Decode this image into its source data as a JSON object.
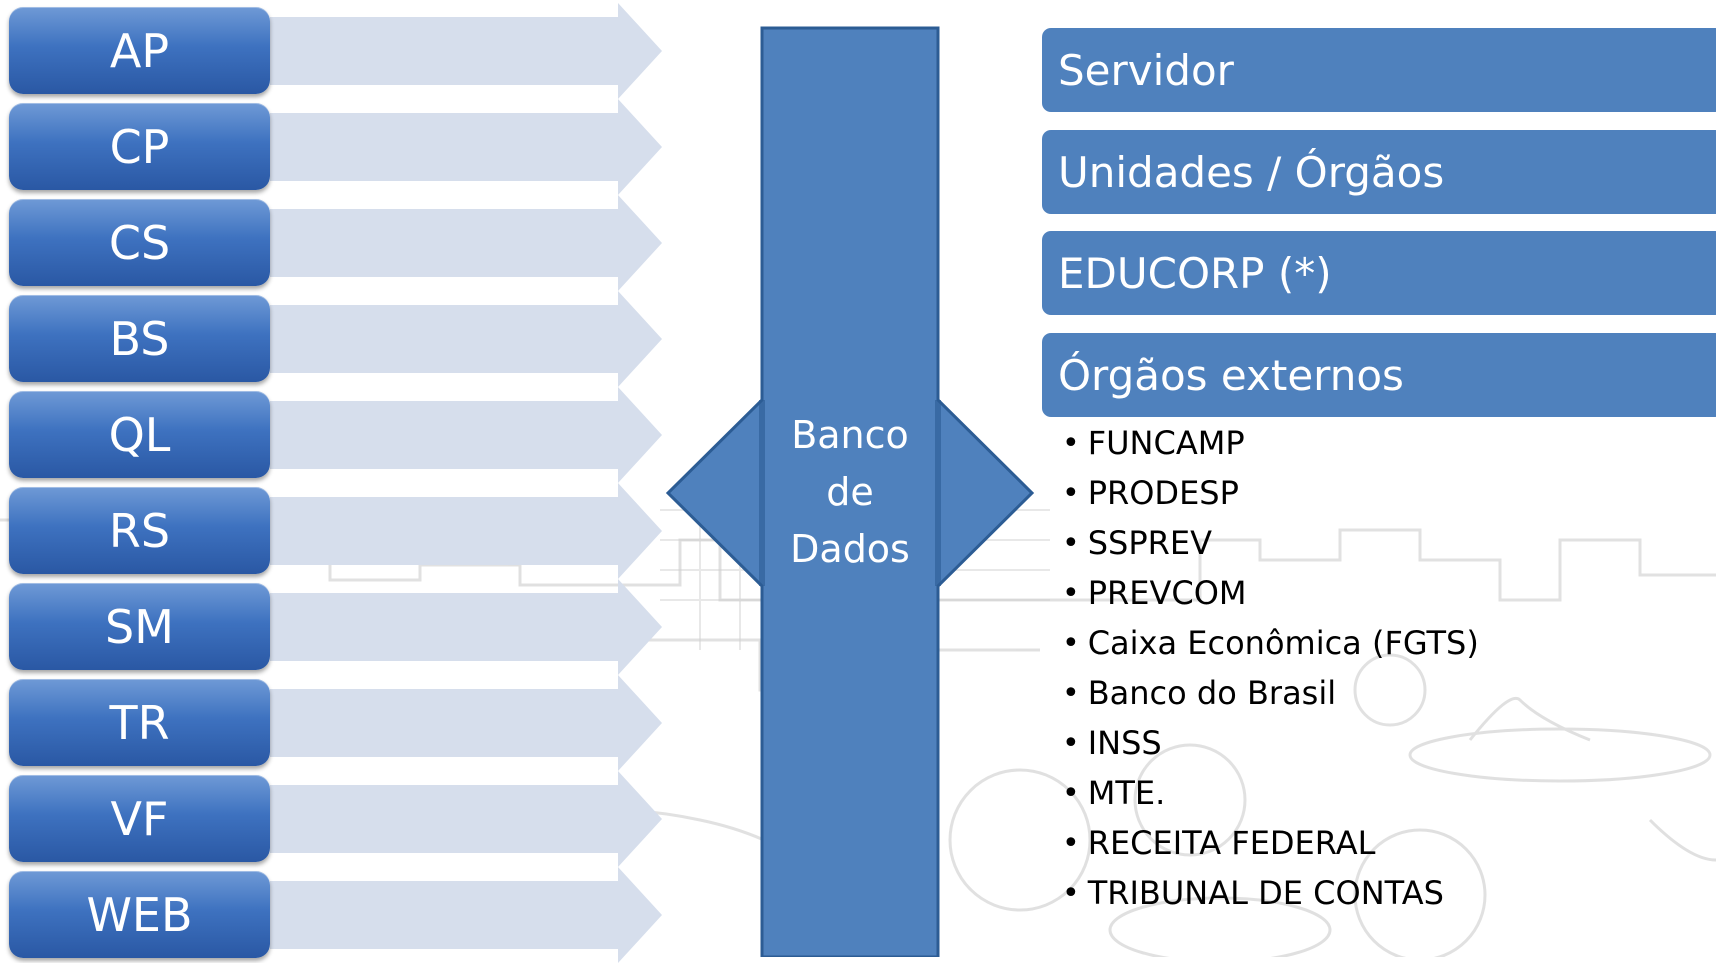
{
  "modules": [
    {
      "label": "AP"
    },
    {
      "label": "CP"
    },
    {
      "label": "CS"
    },
    {
      "label": "BS"
    },
    {
      "label": "QL"
    },
    {
      "label": "RS"
    },
    {
      "label": "SM"
    },
    {
      "label": "TR"
    },
    {
      "label": "VF"
    },
    {
      "label": "WEB"
    }
  ],
  "center": {
    "line1": "Banco",
    "line2": "de",
    "line3": "Dados"
  },
  "categories": [
    {
      "label": "Servidor"
    },
    {
      "label": "Unidades / Órgãos"
    },
    {
      "label": "EDUCORP (*)"
    },
    {
      "label": "Órgãos externos"
    }
  ],
  "external_bodies": [
    "FUNCAMP",
    "PRODESP",
    "SSPREV",
    "PREVCOM",
    "Caixa Econômica (FGTS)",
    "Banco do Brasil",
    "INSS",
    "MTE.",
    "RECEITA FEDERAL",
    "TRIBUNAL DE CONTAS"
  ],
  "bullet_glyph": "•",
  "colors": {
    "module_blue": "#3e72c0",
    "arrow_fill": "#d6deec",
    "db_fill": "#4f81bd",
    "db_stroke": "#2c5c94",
    "category_fill": "#4f81bd",
    "text_white": "#ffffff",
    "text_black": "#000000"
  }
}
